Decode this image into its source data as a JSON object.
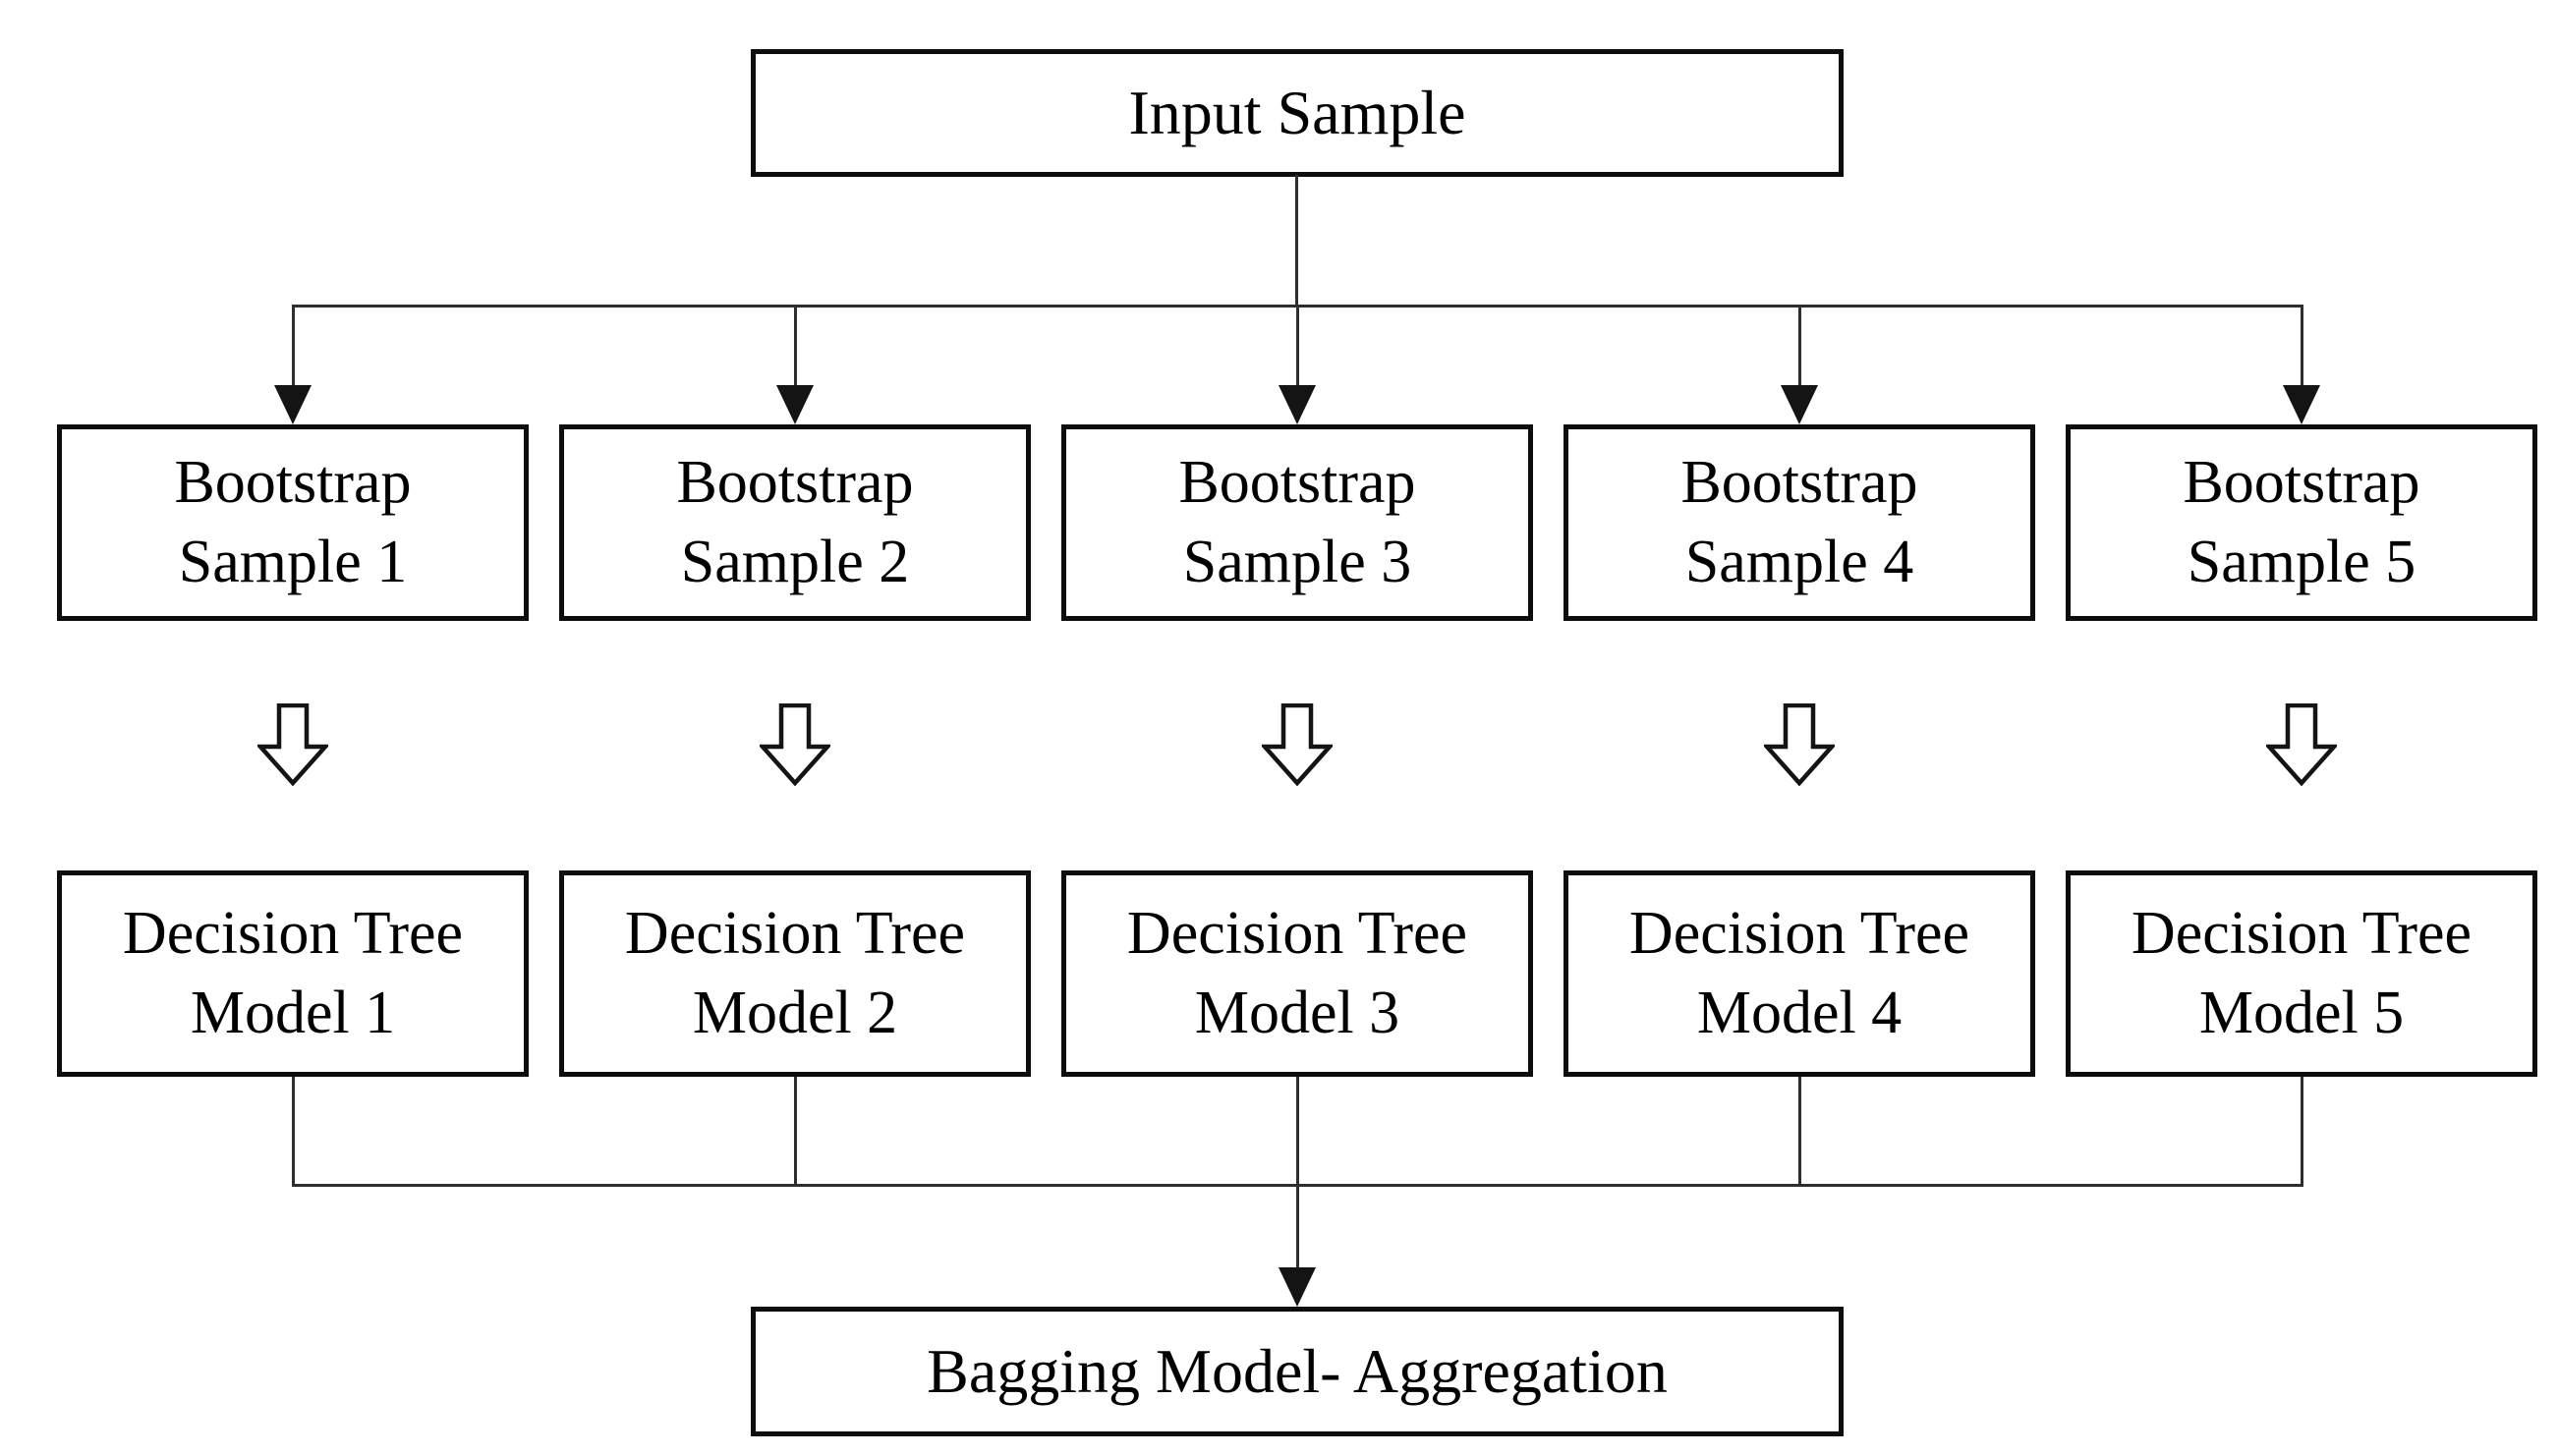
{
  "diagram": {
    "type": "flowchart",
    "background_color": "#ffffff",
    "box_border_color": "#0d0d0d",
    "connector_color": "#2e2e2e",
    "text_color": "#000000",
    "input_node": {
      "label": "Input Sample"
    },
    "bootstrap_nodes": [
      {
        "label": "Bootstrap\nSample 1"
      },
      {
        "label": "Bootstrap\nSample 2"
      },
      {
        "label": "Bootstrap\nSample 3"
      },
      {
        "label": "Bootstrap\nSample 4"
      },
      {
        "label": "Bootstrap\nSample 5"
      }
    ],
    "model_nodes": [
      {
        "label": "Decision Tree\nModel 1"
      },
      {
        "label": "Decision Tree\nModel 2"
      },
      {
        "label": "Decision Tree\nModel 3"
      },
      {
        "label": "Decision Tree\nModel 4"
      },
      {
        "label": "Decision Tree\nModel 5"
      }
    ],
    "output_node": {
      "label": "Bagging Model- Aggregation"
    }
  }
}
